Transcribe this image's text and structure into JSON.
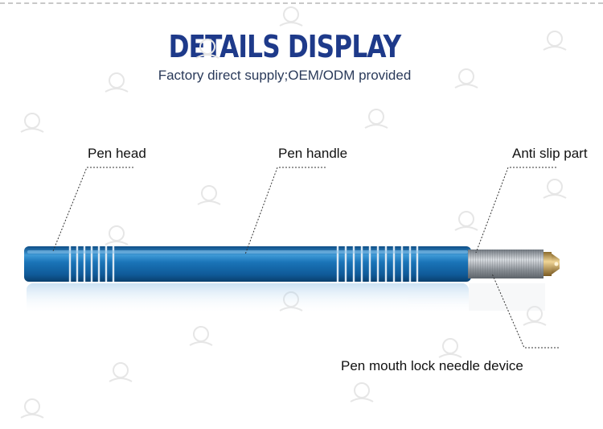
{
  "header": {
    "title": "DETAILS DISPLAY",
    "subtitle": "Factory direct supply;OEM/ODM provided"
  },
  "callouts": {
    "pen_head": "Pen head",
    "pen_handle": "Pen handle",
    "anti_slip": "Anti slip part",
    "needle_device": "Pen mouth lock needle device"
  },
  "colors": {
    "title": "#1e3a8a",
    "pen_body": "#1565a8",
    "grip": "#9aa0a8",
    "tip": "#c9a45a"
  }
}
